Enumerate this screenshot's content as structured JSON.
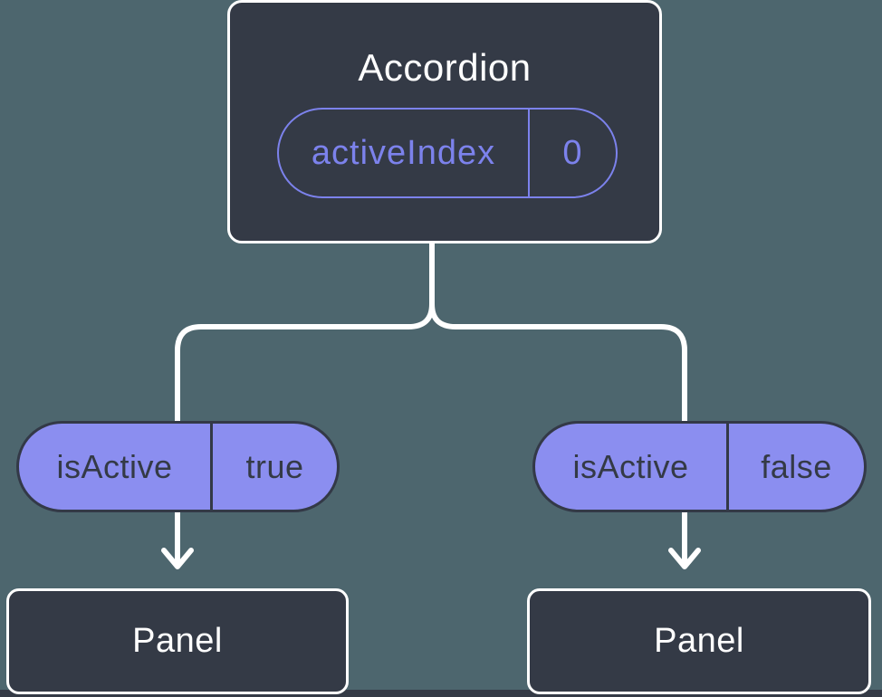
{
  "colors": {
    "background": "#4D666E",
    "node-fill": "#343A46",
    "node-border": "#FFFFFF",
    "pill-fill": "#8B8EF0",
    "pill-outline": "#333947",
    "accent-purple": "#7C82EC",
    "connector": "#FFFFFF",
    "text-light": "#FFFFFF",
    "text-dark": "#343A46"
  },
  "tree": {
    "root": {
      "label": "Accordion",
      "state": {
        "name": "activeIndex",
        "value": "0"
      }
    },
    "branches": [
      {
        "prop": {
          "name": "isActive",
          "value": "true"
        },
        "child": {
          "label": "Panel"
        }
      },
      {
        "prop": {
          "name": "isActive",
          "value": "false"
        },
        "child": {
          "label": "Panel"
        }
      }
    ]
  }
}
